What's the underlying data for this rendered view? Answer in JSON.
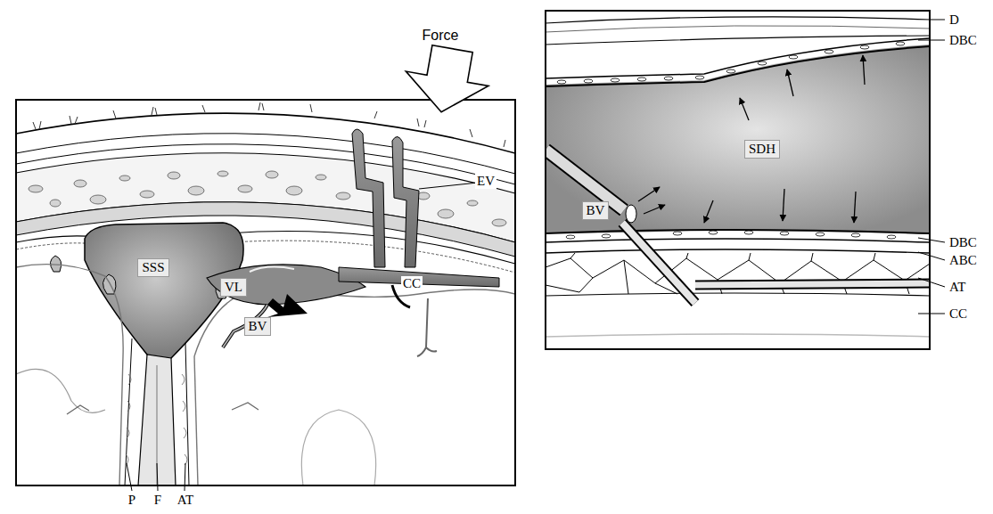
{
  "diagram": {
    "labels": [
      "Force",
      "EV",
      "SSS",
      "VL",
      "BV",
      "CC",
      "P",
      "F",
      "AT",
      "D",
      "DBC",
      "SDH",
      "BV",
      "DBC",
      "ABC",
      "AT",
      "CC"
    ]
  }
}
